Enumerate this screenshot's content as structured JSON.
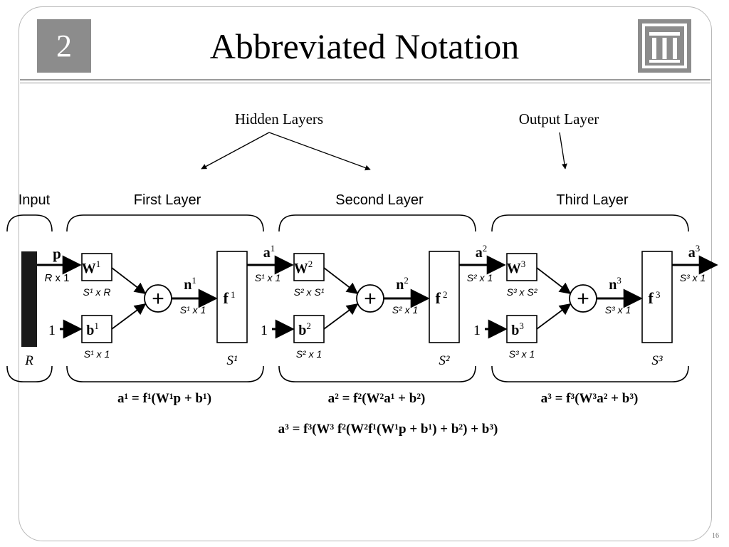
{
  "slide": {
    "chapter_number": "2",
    "title": "Abbreviated Notation",
    "page_number": "16",
    "logo_icon": "columns-logo-icon"
  },
  "annotations": {
    "hidden_layers": "Hidden Layers",
    "output_layer": "Output Layer"
  },
  "diagram": {
    "input": {
      "heading": "Input",
      "vector": "p",
      "dim_base": "R",
      "dim_rest": " x 1",
      "size": "R"
    },
    "layers": [
      {
        "heading": "First Layer",
        "weight": "W",
        "bias": "b",
        "net": "n",
        "transfer": "f",
        "sup": "1",
        "weight_dim": "S¹ x R",
        "bias_dim": "S¹ x 1",
        "net_dim": "S¹ x 1",
        "out": "a",
        "out_dim": "S¹ x 1",
        "size": "S¹"
      },
      {
        "heading": "Second Layer",
        "weight": "W",
        "bias": "b",
        "net": "n",
        "transfer": "f",
        "sup": "2",
        "weight_dim": "S² x S¹",
        "bias_dim": "S² x 1",
        "net_dim": "S² x 1",
        "out": "a",
        "out_dim": "S² x 1",
        "size": "S²"
      },
      {
        "heading": "Third Layer",
        "weight": "W",
        "bias": "b",
        "net": "n",
        "transfer": "f",
        "sup": "3",
        "weight_dim": "S³ x S²",
        "bias_dim": "S³ x 1",
        "net_dim": "S³ x 1",
        "out": "a",
        "out_dim": "S³ x 1",
        "size": "S³"
      }
    ],
    "bias_input": "1",
    "sum_symbol": "+",
    "equations": [
      "a¹ = f¹(W¹p + b¹)",
      "a² = f²(W²a¹ + b²)",
      "a³ = f³(W³a² + b³)"
    ],
    "combined_equation": "a³ = f³(W³ f²(W²f¹(W¹p + b¹) + b²) + b³)"
  }
}
